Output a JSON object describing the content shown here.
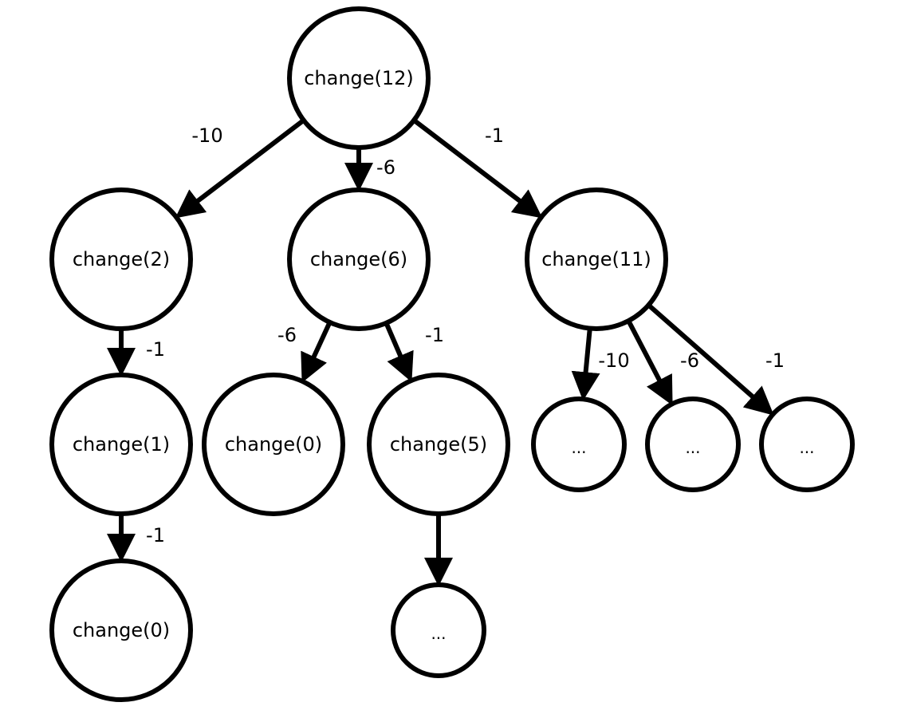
{
  "diagram": {
    "nodes": [
      {
        "id": "n12",
        "label": "change(12)"
      },
      {
        "id": "n2",
        "label": "change(2)"
      },
      {
        "id": "n6",
        "label": "change(6)"
      },
      {
        "id": "n11",
        "label": "change(11)"
      },
      {
        "id": "n1",
        "label": "change(1)"
      },
      {
        "id": "n6_0",
        "label": "change(0)"
      },
      {
        "id": "n5",
        "label": "change(5)"
      },
      {
        "id": "n11_a",
        "label": "..."
      },
      {
        "id": "n11_b",
        "label": "..."
      },
      {
        "id": "n11_c",
        "label": "..."
      },
      {
        "id": "n1_0",
        "label": "change(0)"
      },
      {
        "id": "n5_a",
        "label": "..."
      }
    ],
    "edges": [
      {
        "from": "n12",
        "to": "n2",
        "label": "-10"
      },
      {
        "from": "n12",
        "to": "n6",
        "label": "-6"
      },
      {
        "from": "n12",
        "to": "n11",
        "label": "-1"
      },
      {
        "from": "n2",
        "to": "n1",
        "label": "-1"
      },
      {
        "from": "n6",
        "to": "n6_0",
        "label": "-6"
      },
      {
        "from": "n6",
        "to": "n5",
        "label": "-1"
      },
      {
        "from": "n11",
        "to": "n11_a",
        "label": "-10"
      },
      {
        "from": "n11",
        "to": "n11_b",
        "label": "-6"
      },
      {
        "from": "n11",
        "to": "n11_c",
        "label": "-1"
      },
      {
        "from": "n1",
        "to": "n1_0",
        "label": "-1"
      },
      {
        "from": "n5",
        "to": "n5_a",
        "label": ""
      }
    ]
  }
}
